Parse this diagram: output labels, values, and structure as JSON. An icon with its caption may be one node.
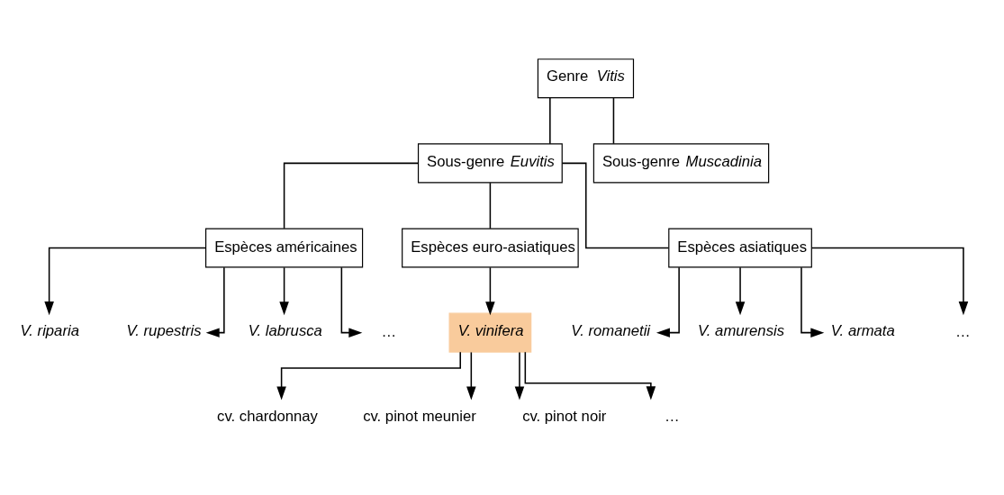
{
  "diagram": {
    "nodes": [
      {
        "text": [
          "Genre *Vitis*"
        ]
      },
      {
        "text": [
          "Sous-genre *Euvitis*"
        ]
      },
      {
        "text": [
          "Sous-genre *Muscadinia*"
        ]
      },
      {
        "text": [
          "Espèces américaines"
        ]
      },
      {
        "text": [
          "Espèces euro-asiatiques"
        ]
      },
      {
        "text": [
          "Espèces asiatiques"
        ]
      },
      {
        "text": [
          "V. riparia"
        ]
      },
      {
        "text": [
          "V. rupestris"
        ]
      },
      {
        "text": [
          "V. labrusca"
        ]
      },
      {
        "text": [
          "…"
        ]
      },
      {
        "text": [
          "V. vinifera"
        ]
      },
      {
        "text": [
          "V. romanetii"
        ]
      },
      {
        "text": [
          "V. amurensis"
        ]
      },
      {
        "text": [
          "V. armata"
        ]
      },
      {
        "text": [
          "…"
        ]
      },
      {
        "text": [
          "cv. chardonnay"
        ]
      },
      {
        "text": [
          "cv. pinot meunier"
        ]
      },
      {
        "text": [
          "cv. pinot noir"
        ]
      },
      {
        "text": [
          "…"
        ]
      }
    ],
    "edges": [
      {
        "from": 0,
        "to": 1,
        "arrow": "none"
      },
      {
        "from": 0,
        "to": 2,
        "arrow": "none"
      },
      {
        "from": 1,
        "to": 3,
        "arrow": "none"
      },
      {
        "from": 1,
        "to": 4,
        "arrow": "none"
      },
      {
        "from": 1,
        "to": 5,
        "arrow": "none"
      },
      {
        "from": 3,
        "to": 6,
        "arrow": "to"
      },
      {
        "from": 3,
        "to": 7,
        "arrow": "to"
      },
      {
        "from": 3,
        "to": 8,
        "arrow": "to"
      },
      {
        "from": 3,
        "to": 9,
        "arrow": "to"
      },
      {
        "from": 4,
        "to": 10,
        "arrow": "to"
      },
      {
        "from": 5,
        "to": 11,
        "arrow": "to"
      },
      {
        "from": 5,
        "to": 12,
        "arrow": "to"
      },
      {
        "from": 5,
        "to": 13,
        "arrow": "to"
      },
      {
        "from": 5,
        "to": 14,
        "arrow": "to"
      },
      {
        "from": 10,
        "to": 15,
        "arrow": "to"
      },
      {
        "from": 10,
        "to": 16,
        "arrow": "to"
      },
      {
        "from": 10,
        "to": 17,
        "arrow": "to"
      },
      {
        "from": 10,
        "to": 18,
        "arrow": "to"
      }
    ]
  }
}
